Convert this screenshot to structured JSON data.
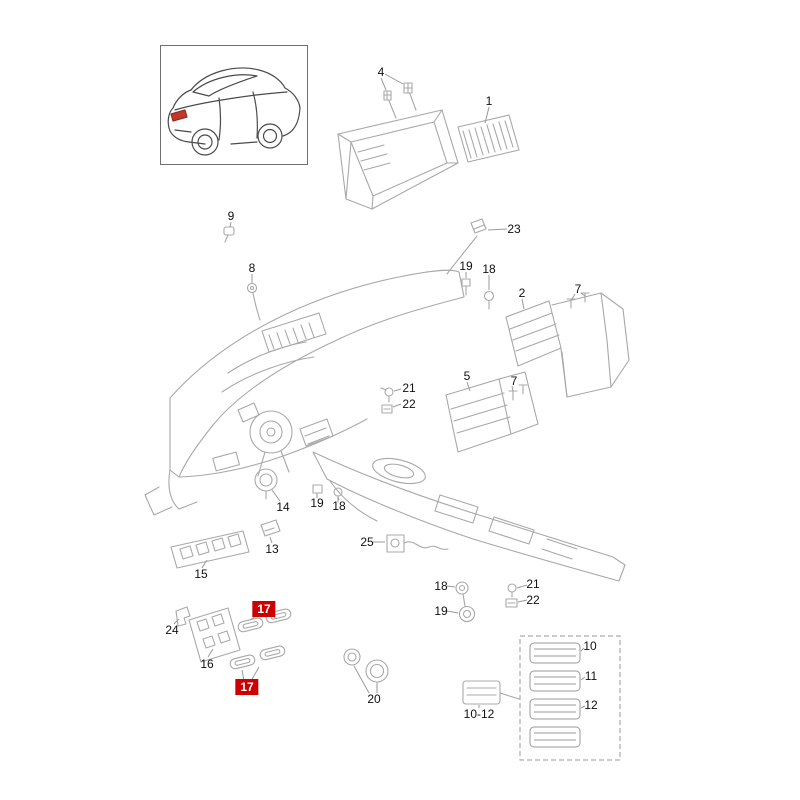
{
  "diagram": {
    "type": "exploded-parts-diagram",
    "background": "#ffffff",
    "line_color": "#a8a8a8",
    "label_color": "#111111",
    "highlight_color": "#cc0000"
  },
  "labels": [
    {
      "text": "4",
      "highlighted": false
    },
    {
      "text": "1",
      "highlighted": false
    },
    {
      "text": "9",
      "highlighted": false
    },
    {
      "text": "23",
      "highlighted": false
    },
    {
      "text": "8",
      "highlighted": false
    },
    {
      "text": "19",
      "highlighted": false
    },
    {
      "text": "18",
      "highlighted": false
    },
    {
      "text": "2",
      "highlighted": false
    },
    {
      "text": "7",
      "highlighted": false
    },
    {
      "text": "21",
      "highlighted": false
    },
    {
      "text": "22",
      "highlighted": false
    },
    {
      "text": "5",
      "highlighted": false
    },
    {
      "text": "7",
      "highlighted": false
    },
    {
      "text": "14",
      "highlighted": false
    },
    {
      "text": "19",
      "highlighted": false
    },
    {
      "text": "18",
      "highlighted": false
    },
    {
      "text": "13",
      "highlighted": false
    },
    {
      "text": "15",
      "highlighted": false
    },
    {
      "text": "25",
      "highlighted": false
    },
    {
      "text": "24",
      "highlighted": false
    },
    {
      "text": "16",
      "highlighted": false
    },
    {
      "text": "17",
      "highlighted": true
    },
    {
      "text": "17",
      "highlighted": true
    },
    {
      "text": "18",
      "highlighted": false
    },
    {
      "text": "19",
      "highlighted": false
    },
    {
      "text": "21",
      "highlighted": false
    },
    {
      "text": "22",
      "highlighted": false
    },
    {
      "text": "20",
      "highlighted": false
    },
    {
      "text": "10-12",
      "highlighted": false
    },
    {
      "text": "10",
      "highlighted": false
    },
    {
      "text": "11",
      "highlighted": false
    },
    {
      "text": "12",
      "highlighted": false
    }
  ]
}
